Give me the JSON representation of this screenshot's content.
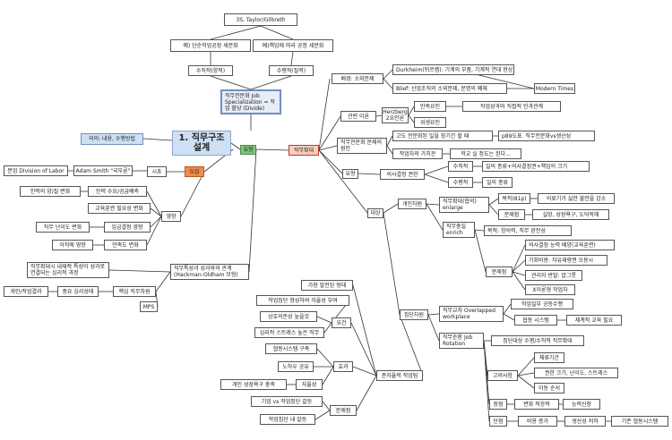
{
  "colors": {
    "line": "#333333",
    "center_fill": "#cfe0f4",
    "green_fill": "#7cc47c",
    "orange_fill": "#f28a4a",
    "pink_fill": "#f7cdbf",
    "doc_fill": "#9fb3cf",
    "blue_fill": "#cfe0f4"
  },
  "nodes": {
    "taylor": "3S, Taylor/Gilbreth",
    "ex_simple": "예) 단순작업공정 세분화",
    "ex_task": "예)책임에 따라 공정 세분화",
    "vertical": "수직적(양적)",
    "horizontal": "수평적(질적)",
    "specialization": "직무전문화\nJob Specialization\n= 작업 할당 (Divide)",
    "meaning": "의의: 내용, 수행방법",
    "center": "1. 직무구조 설계",
    "type": "유형",
    "job_expansion": "직무확대",
    "background": "배경: 소외문제",
    "durkheim": "Durkheim(뒤르켐): 기계의 부품, 기계적 연대 현상",
    "blief": "Blief: 산업조직의 소외문제, 문명의 폐해",
    "modern_times": "Modern Times",
    "related_theory": "관련 이론",
    "herzberg": "Herzberg 2요인론",
    "satisfier": "만족요인",
    "satisfier_detail": "작업성과와 직접적 인과관계",
    "hygiene": "위생요인",
    "spec_problem": "직무전문화 문제의 원인",
    "high_spec": "고도 전문화된 일을 장기간 할 때",
    "high_spec_detail": "p89도표. 직무전문화vs생산성",
    "worker_value": "작업자의 가치관",
    "worker_value_detail": "학교 실 정도는 된다...",
    "kind": "유형",
    "rights": "의사결정 권한",
    "vert2": "수직적",
    "vert2_detail": "일의 종류+의사결정권+책임의 크기",
    "horiz2": "수평적",
    "horiz2_detail": "일의 종류",
    "target": "대상",
    "individual": "개인차원",
    "enlarge": "직무확대(협의) enlarge",
    "purpose": "목적(81p)",
    "purpose_detail": "의료기가 싫한 불만을 감소",
    "problem": "문제점",
    "problem_detail": "실망, 성장욕구, 도덕적해",
    "enrich": "직무충실 enrich",
    "enrich_purpose": "목적: 창의력, 직무 완전성",
    "enrich_issue": "문제점",
    "issue1": "의사결정 능력 배양(교육훈련)",
    "issue2": "기회비용: 자유재량권 오용시",
    "issue3": "관리자 반발: 밥그릇",
    "issue4": "X이론형 작업자",
    "group": "집단차원",
    "job_alt": "직무교차 Overlapped workplace",
    "job_alt_d1": "작업일부 공동수행",
    "job_alt_d2": "협동 시스템",
    "job_alt_d3": "체계적 교육 필요",
    "rotation": "직무순환 Job Rotation",
    "rotation_d": "집단대상 수평/수직적 직무확대",
    "consider": "고려사항",
    "consider1": "체류기간",
    "consider2": "권한 크기, 난이도, 스트레스",
    "consider3": "이동 순서",
    "merit": "장점",
    "merit1": "변화 적응력",
    "merit2": "능력신장",
    "demerit": "단점",
    "demerit1": "비용 증가",
    "demerit2": "생산성 저하",
    "demerit3": "기존 협동시스템",
    "self_team": "준자율적 작업팀",
    "self_form": "가장 발전된 형태",
    "req": "요건",
    "req1": "작업집단 형성하여 자율성 부여",
    "req2": "상호의존성 높을것",
    "req3": "심리적 스트레스 높은 직무",
    "effect": "효과",
    "effect1": "협동시스템 구축",
    "effect2": "노하우 공유",
    "effect3": "개인 성장욕구 충족",
    "effect4": "자율성",
    "issue_t": "문제점",
    "issue_t1": "기업 vs 작업집단 갈등",
    "issue_t2": "작업집단 내 갈등",
    "intro": "도입",
    "smith": "Adam Smith \"국부론\"",
    "division": "분업 Division of Labor",
    "first": "시초",
    "influence": "영향",
    "inf1": "인력 수요/공급예측",
    "inf1_src": "인력의 양/질 변화",
    "inf2": "교육훈련 필요성 변화",
    "inf3": "임금결정 영향",
    "inf3_src": "직무 난이도 변화",
    "inf4": "만족도 변화",
    "inf4_src": "이직에 영향",
    "hackman": "직무특성과 성과와의 관계 (Hackman-Oldham 모형)",
    "hk_desc": "직무확대시 내재적 특성이 성과로 연결되는 심리적 과정",
    "core": "핵심 직무차원",
    "psych": "중요 심리상태",
    "outcome": "개인/작업결과",
    "mps": "MPS"
  }
}
